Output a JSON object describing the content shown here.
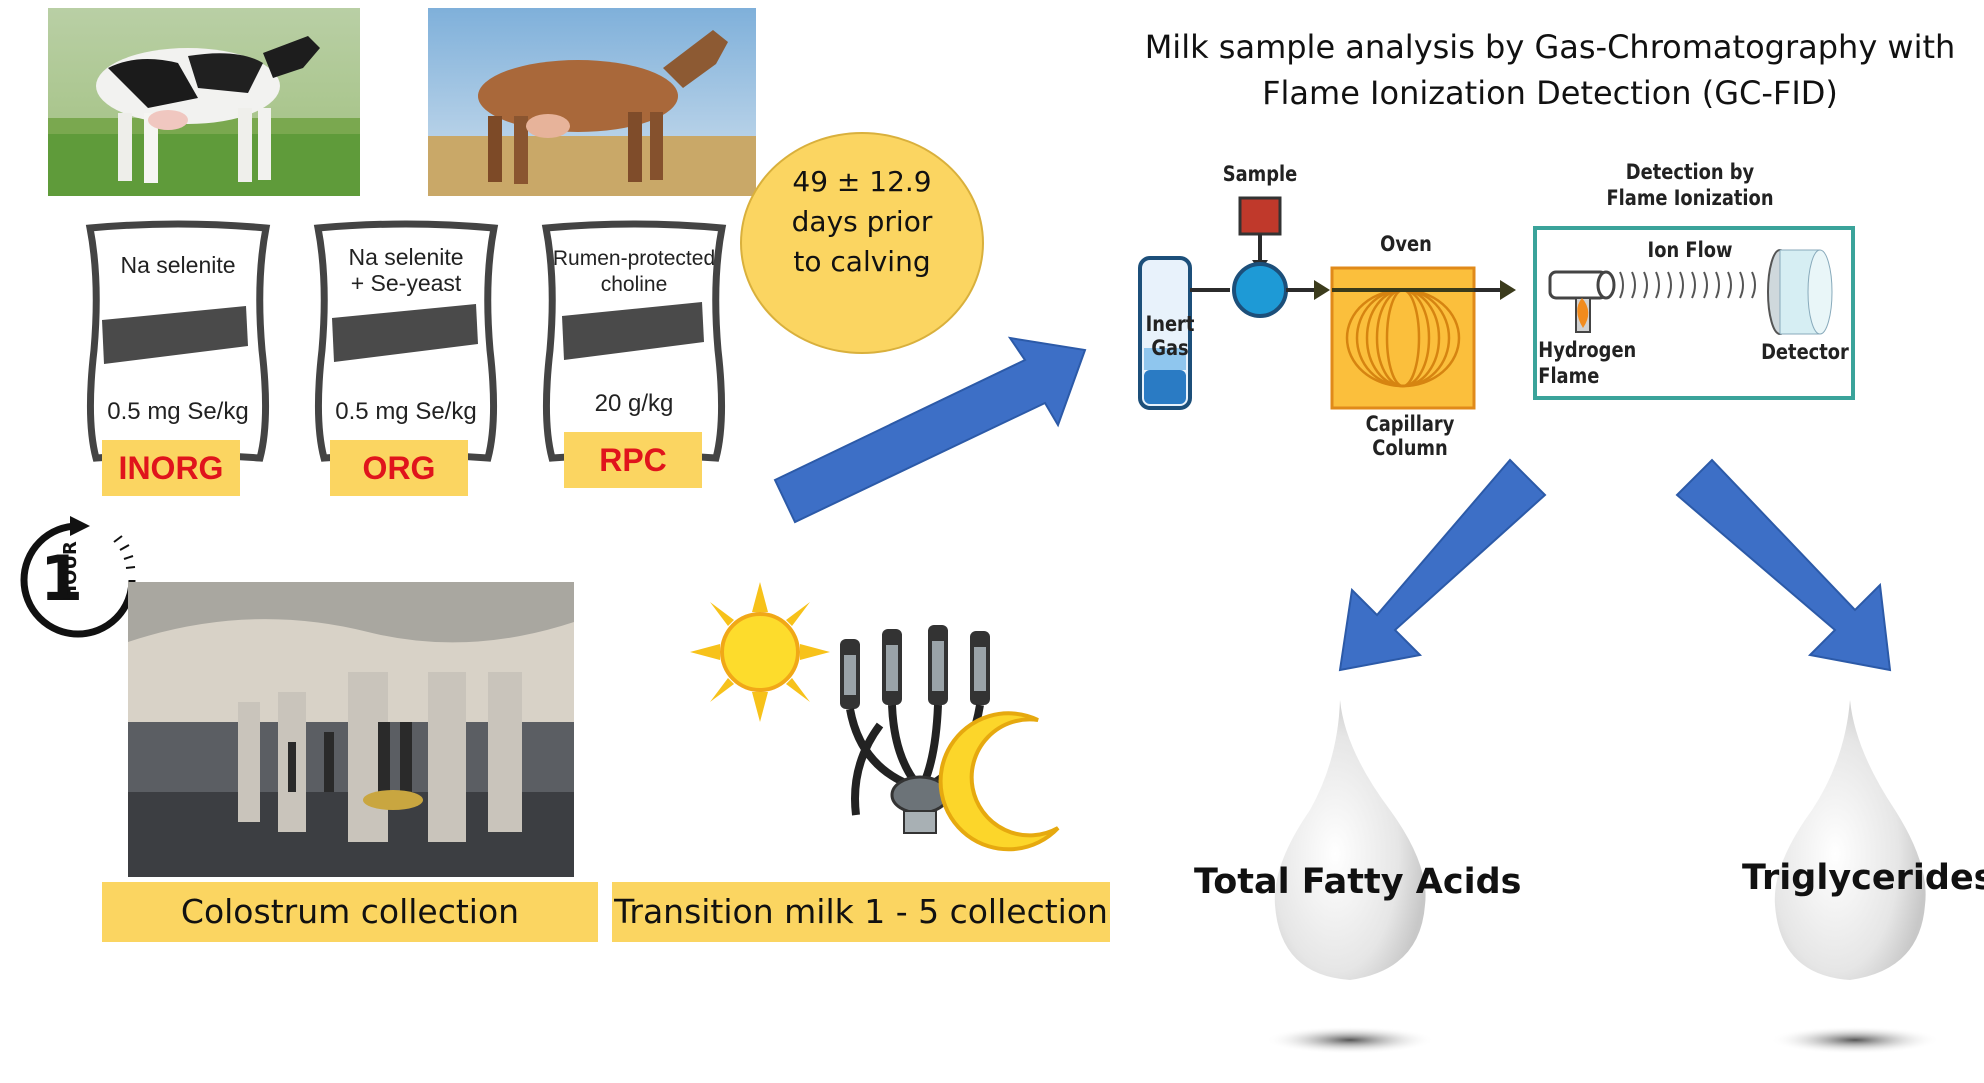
{
  "supplements": [
    {
      "name": "Na selenite",
      "dose": "0.5 mg Se/kg",
      "code": "INORG"
    },
    {
      "name_line1": "Na selenite",
      "name_line2": "+ Se-yeast",
      "dose": "0.5 mg Se/kg",
      "code": "ORG"
    },
    {
      "name_line1": "Rumen-protected",
      "name_line2": "choline",
      "dose": "20 g/kg",
      "code": "RPC"
    }
  ],
  "timing": {
    "line1": "49 ± 12.9",
    "line2": "days prior",
    "line3": "to calving"
  },
  "gc_title": {
    "line1": "Milk sample analysis by Gas-Chromatography with",
    "line2": "Flame Ionization Detection (GC-FID)"
  },
  "gc_diagram": {
    "sample": "Sample",
    "oven": "Oven",
    "detection_line1": "Detection by",
    "detection_line2": "Flame Ionization",
    "ion_flow": "Ion Flow",
    "inert_line1": "Inert",
    "inert_line2": "Gas",
    "hydrogen_line1": "Hydrogen",
    "hydrogen_line2": "Flame",
    "detector": "Detector",
    "column": "Capillary Column"
  },
  "clock": {
    "number": "1",
    "unit": "HOUR"
  },
  "captions": {
    "colostrum": "Colostrum collection",
    "transition": "Transition milk 1 - 5 collection"
  },
  "outputs": {
    "fatty_acids": "Total Fatty Acids",
    "triglycerides": "Triglycerides"
  },
  "colors": {
    "arrow": "#3d6fc6",
    "label_bg": "#fbd561",
    "code_text": "#e0141c",
    "circle": "#fbd561",
    "oven": "#fbbf3c",
    "detector_border": "#3aa39a"
  }
}
